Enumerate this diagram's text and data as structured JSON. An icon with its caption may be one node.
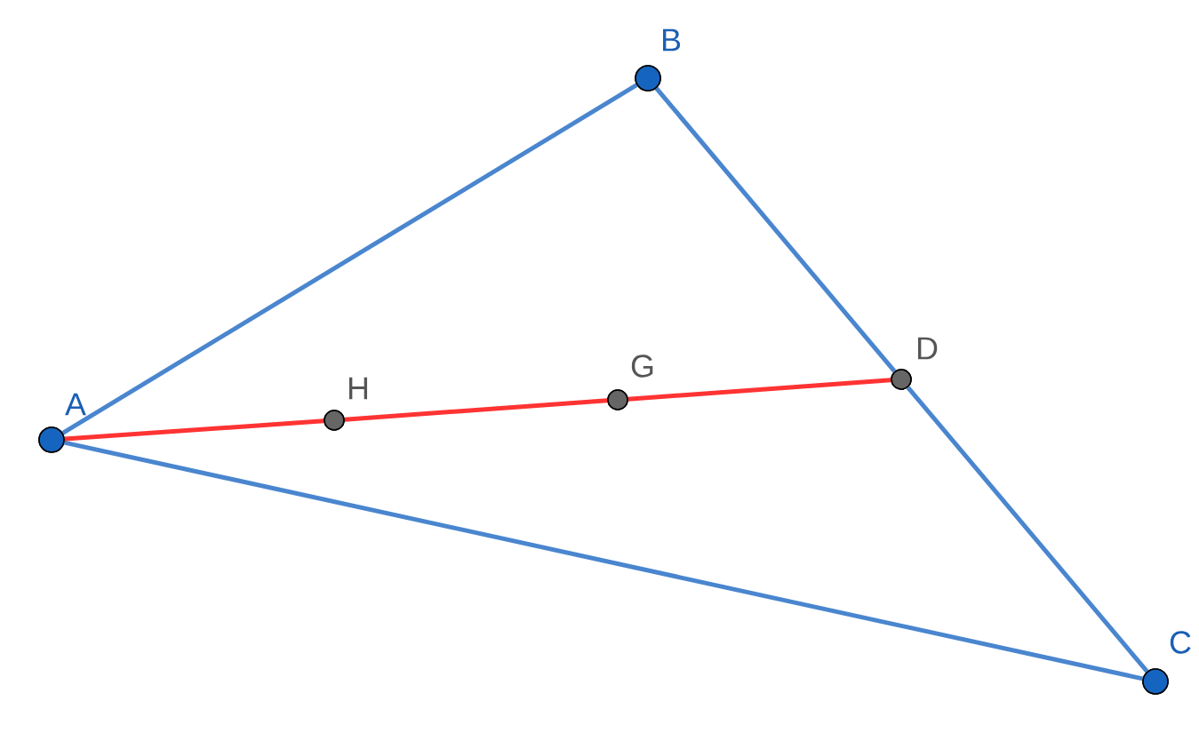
{
  "diagram": {
    "nodes": [
      {
        "text": [],
        "shape": "circle",
        "beside": [
          "A"
        ]
      },
      {
        "text": [],
        "shape": "circle",
        "beside": [
          "B"
        ]
      },
      {
        "text": [],
        "shape": "circle",
        "beside": [
          "C"
        ]
      },
      {
        "text": [],
        "shape": "circle",
        "beside": [
          "D"
        ]
      },
      {
        "text": [],
        "shape": "circle",
        "beside": [
          "H"
        ]
      },
      {
        "text": [],
        "shape": "circle",
        "beside": [
          "G"
        ]
      }
    ],
    "edges": [
      {
        "from": 0,
        "to": 1,
        "arrow": "none"
      },
      {
        "from": 1,
        "to": 3,
        "arrow": "none"
      },
      {
        "from": 3,
        "to": 2,
        "arrow": "none"
      },
      {
        "from": 2,
        "to": 0,
        "arrow": "none"
      },
      {
        "from": 0,
        "to": 4,
        "arrow": "none",
        "color": "#ff3333"
      },
      {
        "from": 4,
        "to": 5,
        "arrow": "none",
        "color": "#ff3333"
      },
      {
        "from": 5,
        "to": 3,
        "arrow": "none",
        "color": "#ff3333"
      }
    ]
  }
}
